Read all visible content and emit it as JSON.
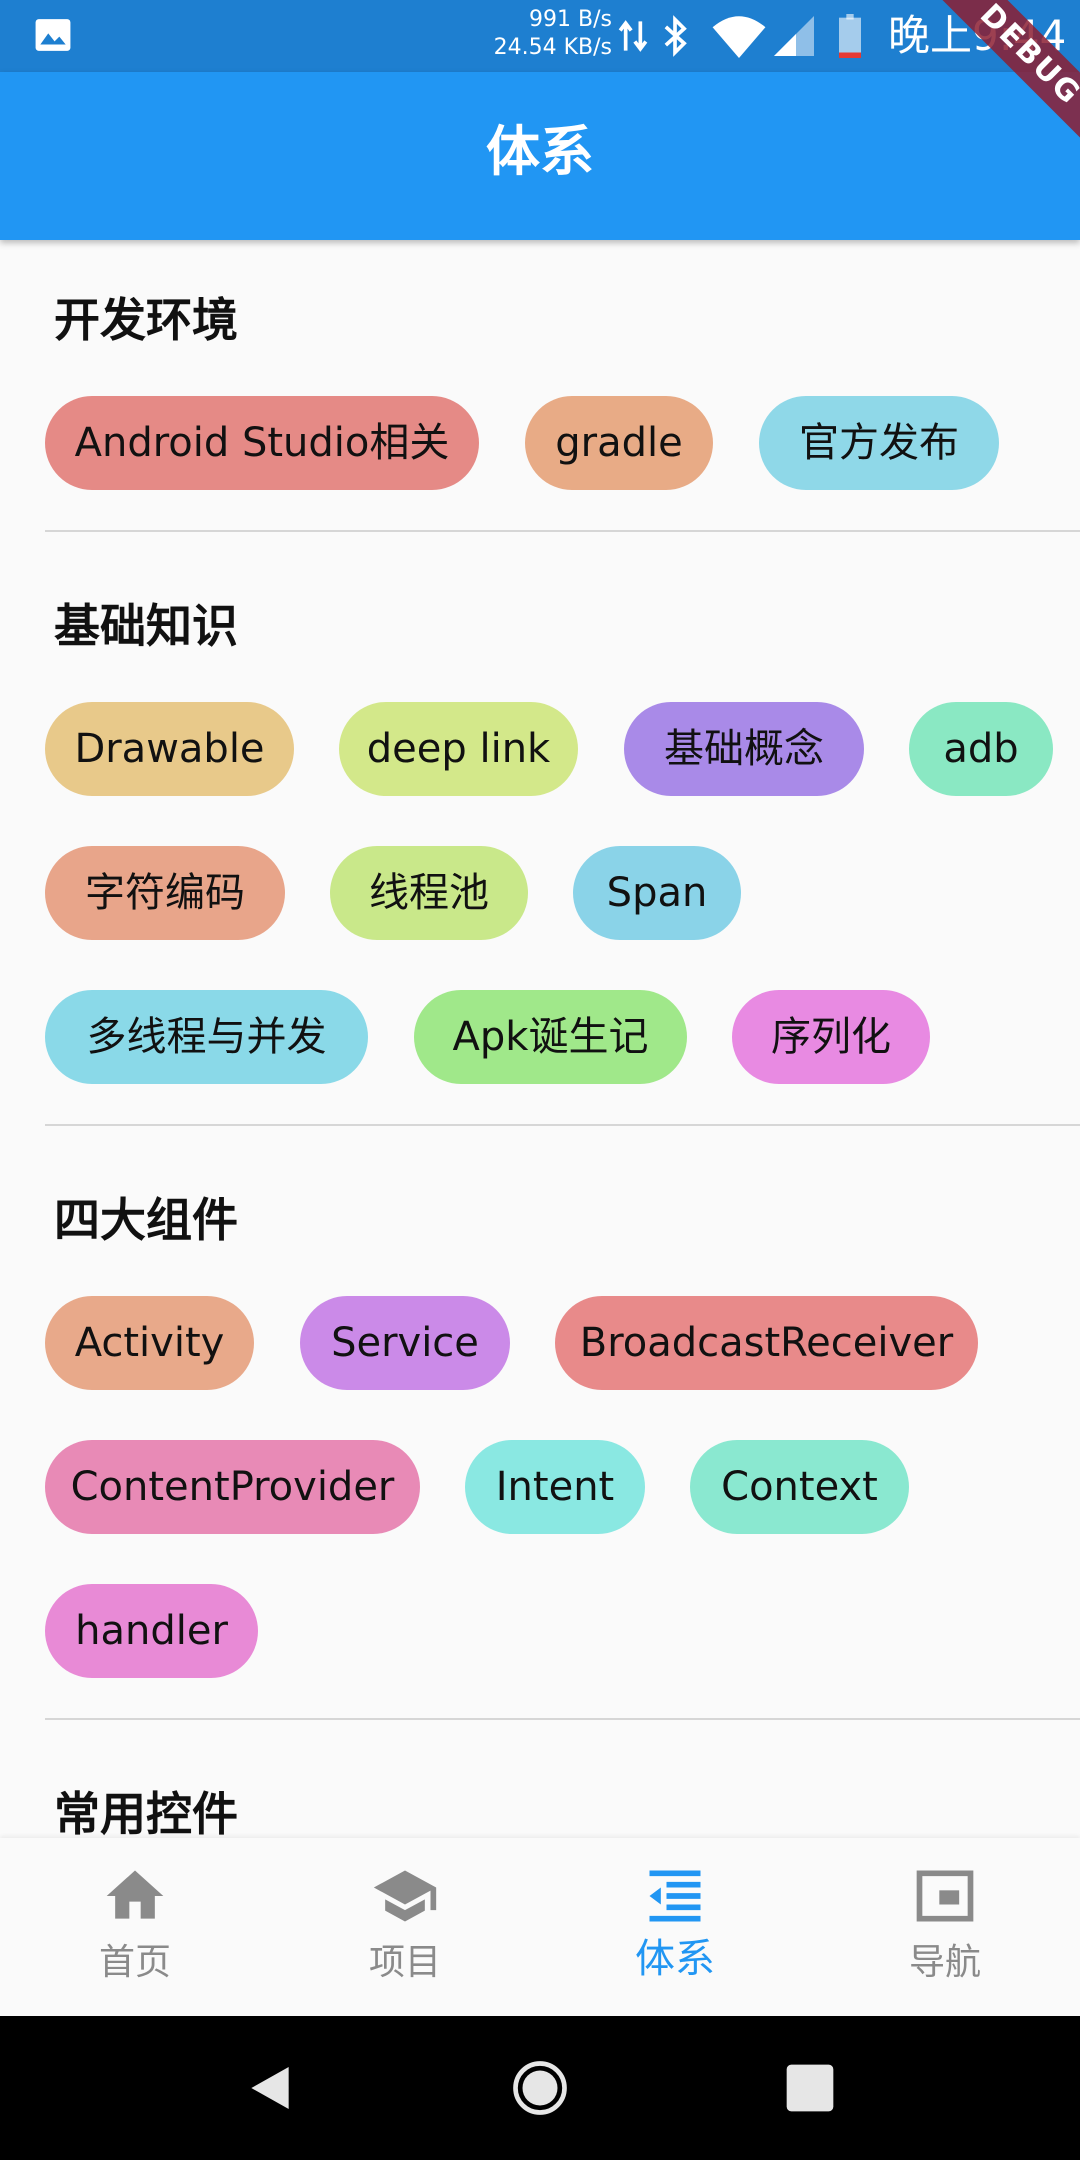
{
  "status_bar": {
    "speed_up": "991 B/s",
    "speed_down": "24.54 KB/s",
    "time": "晚上9:44",
    "bg_color": "#1e7fd0"
  },
  "debug_banner": "DEBUG",
  "app_bar": {
    "title": "体系",
    "color": "#2196f3"
  },
  "sections": [
    {
      "title": "开发环境",
      "chips": [
        {
          "label": "Android Studio相关",
          "color": "#e58a86"
        },
        {
          "label": "gradle",
          "color": "#e8ab86"
        },
        {
          "label": "官方发布",
          "color": "#8fd8e8"
        }
      ]
    },
    {
      "title": "基础知识",
      "chips": [
        {
          "label": "Drawable",
          "color": "#e8c98a"
        },
        {
          "label": "deep link",
          "color": "#d3e88a"
        },
        {
          "label": "基础概念",
          "color": "#a98ae8"
        },
        {
          "label": "adb",
          "color": "#8ae8c3"
        },
        {
          "label": "字符编码",
          "color": "#e8a58a"
        },
        {
          "label": "线程池",
          "color": "#c9e88a"
        },
        {
          "label": "Span",
          "color": "#8ad3e8"
        },
        {
          "label": "多线程与并发",
          "color": "#8ad9e8"
        },
        {
          "label": "Apk诞生记",
          "color": "#a0e88a"
        },
        {
          "label": "序列化",
          "color": "#e88ae2"
        }
      ]
    },
    {
      "title": "四大组件",
      "chips": [
        {
          "label": "Activity",
          "color": "#e8a98a"
        },
        {
          "label": "Service",
          "color": "#cb8ae8"
        },
        {
          "label": "BroadcastReceiver",
          "color": "#e88a8a"
        },
        {
          "label": "ContentProvider",
          "color": "#e88ab6"
        },
        {
          "label": "Intent",
          "color": "#8ae8e2"
        },
        {
          "label": "Context",
          "color": "#8ae8d0"
        },
        {
          "label": "handler",
          "color": "#e88ad6"
        }
      ]
    },
    {
      "title": "常用控件",
      "chips": []
    }
  ],
  "bottom_nav": {
    "items": [
      {
        "label": "首页",
        "icon": "home-icon",
        "active": false
      },
      {
        "label": "项目",
        "icon": "school-icon",
        "active": false
      },
      {
        "label": "体系",
        "icon": "list-icon",
        "active": true
      },
      {
        "label": "导航",
        "icon": "picture-in-picture-icon",
        "active": false
      }
    ],
    "active_color": "#2196f3",
    "inactive_color": "#8a8a8a"
  },
  "system_nav": {
    "buttons": [
      "back-icon",
      "home-circle-icon",
      "recents-icon"
    ]
  }
}
